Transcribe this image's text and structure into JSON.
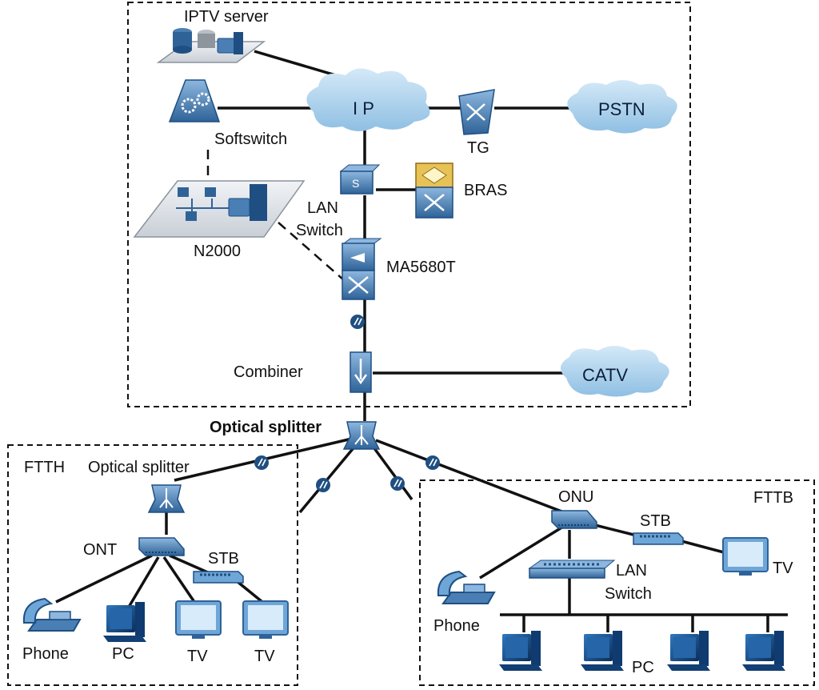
{
  "core": {
    "iptv_server": "IPTV server",
    "ip_cloud": "I P",
    "pstn_cloud": "PSTN",
    "catv_cloud": "CATV",
    "softswitch": "Softswitch",
    "tg": "TG",
    "bras": "BRAS",
    "lan_switch_1": "LAN",
    "lan_switch_2": "Switch",
    "n2000": "N2000",
    "olt": "MA5680T",
    "combiner": "Combiner"
  },
  "distribution": {
    "optical_splitter": "Optical splitter"
  },
  "ftth": {
    "title": "FTTH",
    "optical_splitter": "Optical splitter",
    "ont": "ONT",
    "stb": "STB",
    "phone": "Phone",
    "pc": "PC",
    "tv1": "TV",
    "tv2": "TV"
  },
  "fttb": {
    "title": "FTTB",
    "onu": "ONU",
    "stb": "STB",
    "tv": "TV",
    "lan_switch_1": "LAN",
    "lan_switch_2": "Switch",
    "phone": "Phone",
    "pc": "PC"
  },
  "colors": {
    "device_blue": "#4a7fb5",
    "device_dark": "#1f4f82",
    "cloud": "#a9d1ef",
    "line": "#111111"
  }
}
